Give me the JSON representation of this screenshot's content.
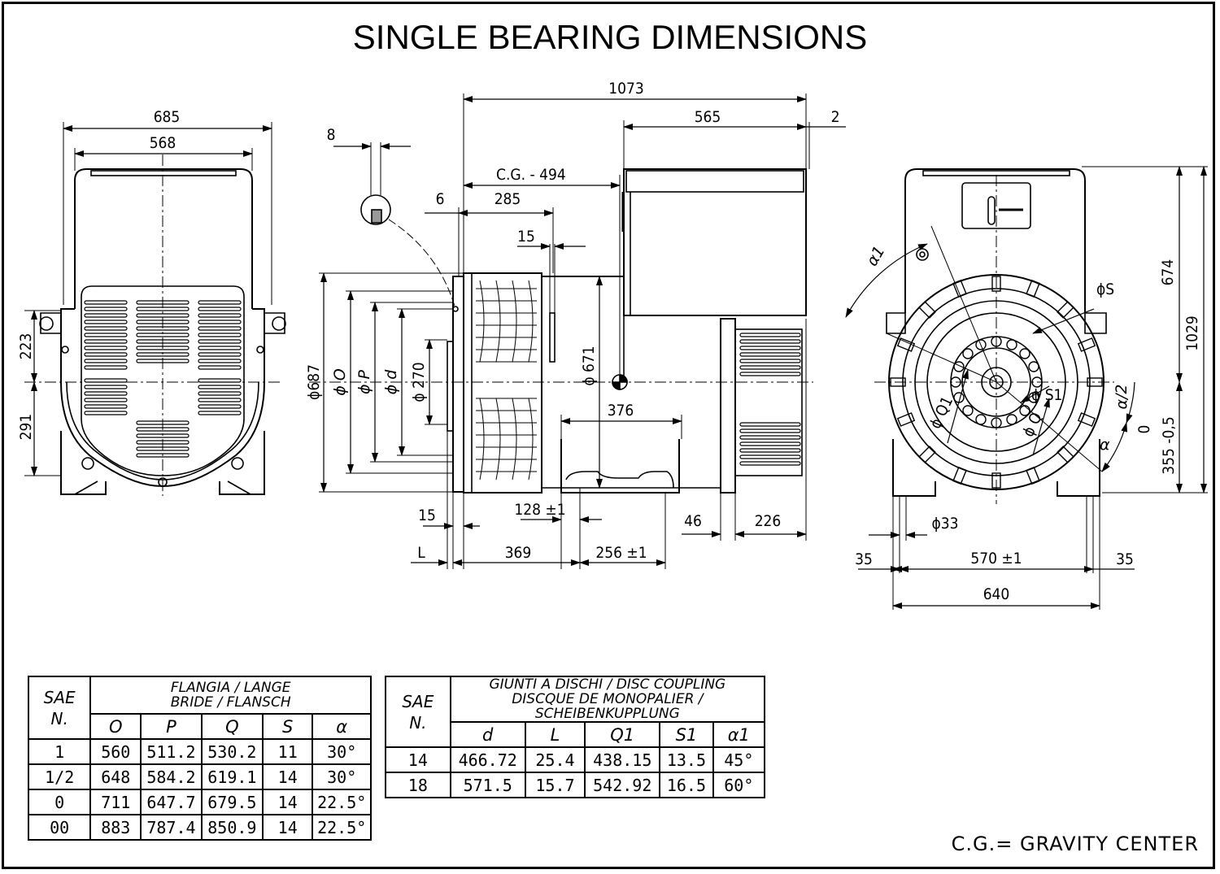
{
  "title": "SINGLE BEARING DIMENSIONS",
  "footer": "C.G.= GRAVITY CENTER",
  "dimensions": {
    "front_total_width": "685",
    "front_inner_width": "568",
    "front_height_upper": "223",
    "front_height_lower": "291",
    "side_total_length": "1073",
    "side_rear_length": "565",
    "side_gap": "2",
    "side_8": "8",
    "cg": "C.G. - 494",
    "side_6": "6",
    "side_285": "285",
    "side_15_top": "15",
    "dia_687": "ϕ687",
    "dia_O": "ϕ O",
    "dia_P": "ϕ P",
    "dia_d": "ϕ d",
    "dia_270": "ϕ 270",
    "dia_671": "ϕ 671",
    "side_376": "376",
    "side_15_bottom": "15",
    "side_128": "128 ±1",
    "side_46": "46",
    "side_226": "226",
    "side_L": "L",
    "side_369": "369",
    "side_256": "256 ±1",
    "rear_674": "674",
    "rear_1029": "1029",
    "rear_alpha1": "α1",
    "rear_phiS": "ϕS",
    "rear_alpha_half": "α/2",
    "rear_phiS1": "ϕ S1",
    "rear_phiQ1": "ϕ Q1",
    "rear_phiQ": "ϕ Q",
    "rear_alpha": "α",
    "rear_355_0": "0",
    "rear_355_val": "355 -0,5",
    "rear_phi33": "ϕ33",
    "rear_35_left": "35",
    "rear_570": "570 ±1",
    "rear_35_right": "35",
    "rear_640": "640"
  },
  "flange_table": {
    "sae_header": "SAE",
    "n_header": "N.",
    "group_line1": "FLANGIA / LANGE",
    "group_line2": "BRIDE / FLANSCH",
    "columns": [
      "O",
      "P",
      "Q",
      "S",
      "α"
    ],
    "rows": [
      [
        "1",
        "560",
        "511.2",
        "530.2",
        "11",
        "30°"
      ],
      [
        "1/2",
        "648",
        "584.2",
        "619.1",
        "14",
        "30°"
      ],
      [
        "0",
        "711",
        "647.7",
        "679.5",
        "14",
        "22.5°"
      ],
      [
        "00",
        "883",
        "787.4",
        "850.9",
        "14",
        "22.5°"
      ]
    ]
  },
  "coupling_table": {
    "sae_header": "SAE",
    "n_header": "N.",
    "group_line1": "GIUNTI A DISCHI / DISC COUPLING",
    "group_line2": "DISCQUE DE MONOPALIER / SCHEIBENKUPPLUNG",
    "columns": [
      "d",
      "L",
      "Q1",
      "S1",
      "α1"
    ],
    "rows": [
      [
        "14",
        "466.72",
        "25.4",
        "438.15",
        "13.5",
        "45°"
      ],
      [
        "18",
        "571.5",
        "15.7",
        "542.92",
        "16.5",
        "60°"
      ]
    ]
  }
}
